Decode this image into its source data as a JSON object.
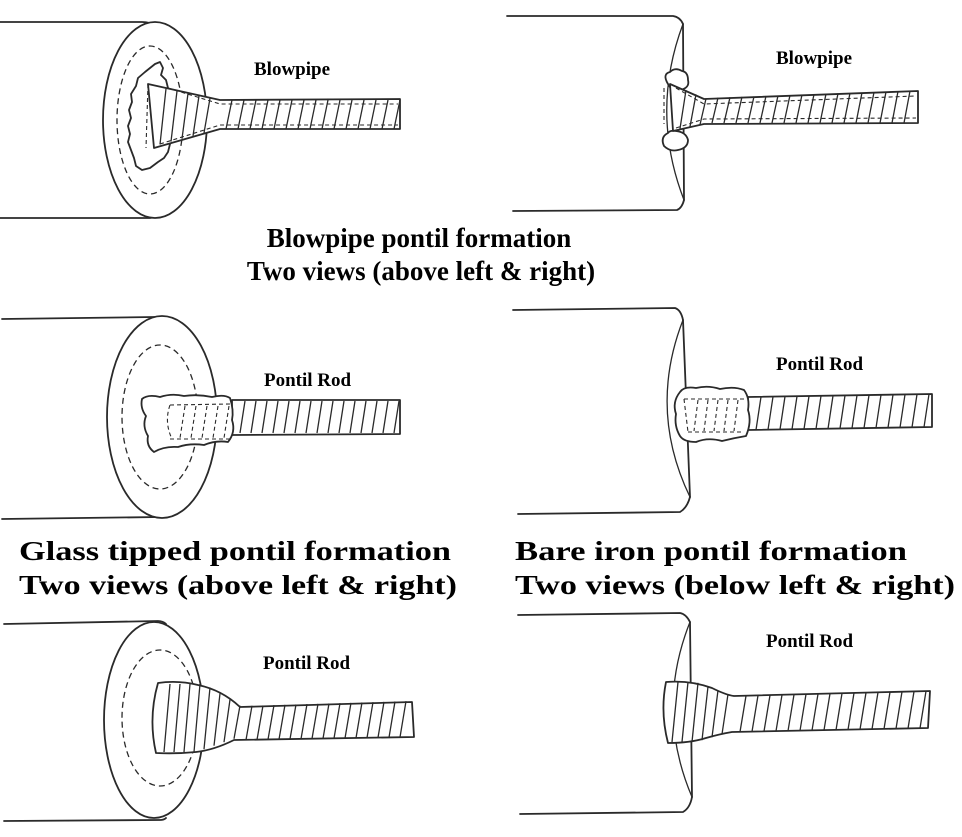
{
  "diagram": {
    "title": "Pontil formation methods",
    "panels": [
      {
        "id": "blowpipe-left",
        "label": "Blowpipe",
        "view": "angled end view",
        "tool": "blowpipe"
      },
      {
        "id": "blowpipe-right",
        "label": "Blowpipe",
        "view": "side view",
        "tool": "blowpipe"
      },
      {
        "id": "glass-tipped-left",
        "label": "Pontil Rod",
        "view": "angled end view",
        "tool": "glass tipped pontil rod"
      },
      {
        "id": "glass-tipped-right",
        "label": "Pontil Rod",
        "view": "side view",
        "tool": "glass tipped pontil rod"
      },
      {
        "id": "bare-iron-left",
        "label": "Pontil Rod",
        "view": "angled end view",
        "tool": "bare iron pontil rod"
      },
      {
        "id": "bare-iron-right",
        "label": "Pontil Rod",
        "view": "side view",
        "tool": "bare iron pontil rod"
      }
    ],
    "captions": {
      "blowpipe": {
        "line1": "Blowpipe pontil formation",
        "line2": "Two views (above left & right)"
      },
      "glass_tipped": {
        "line1": "Glass tipped pontil formation",
        "line2": "Two views (above left & right)"
      },
      "bare_iron": {
        "line1": "Bare iron pontil formation",
        "line2": "Two views (below left & right)"
      }
    }
  }
}
